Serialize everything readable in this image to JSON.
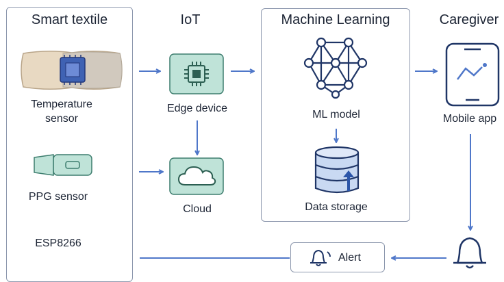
{
  "colors": {
    "arrow": "#4f77c9",
    "teal_fill": "#bfe3d8",
    "teal_stroke": "#3d7d6e",
    "panel_border": "#8c97ad",
    "chip": "#3f62b3",
    "text": "#1c2434"
  },
  "smart_textile": {
    "title": "Smart textile",
    "temperature_sensor": {
      "label": "Temperature\nsensor",
      "icon": "textile-band-icon"
    },
    "ppg_sensor": {
      "label": "PPG sensor",
      "icon": "ppg-sensor-icon"
    },
    "esp": "ESP8266"
  },
  "iot": {
    "title": "IoT",
    "edge_device": {
      "label": "Edge device",
      "icon": "chip-icon"
    },
    "cloud": {
      "label": "Cloud",
      "icon": "cloud-icon"
    }
  },
  "machine_learning": {
    "title": "Machine Learning",
    "ml_model": {
      "label": "ML model",
      "icon": "neural-network-icon"
    },
    "data_storage": {
      "label": "Data storage",
      "icon": "database-icon"
    }
  },
  "caregiver": {
    "title": "Caregiver",
    "mobile_app": {
      "label": "Mobile app",
      "icon": "smartphone-icon"
    },
    "bell_icon": "bell-icon"
  },
  "alert": {
    "label": "Alert",
    "icon": "bell-alert-icon"
  }
}
